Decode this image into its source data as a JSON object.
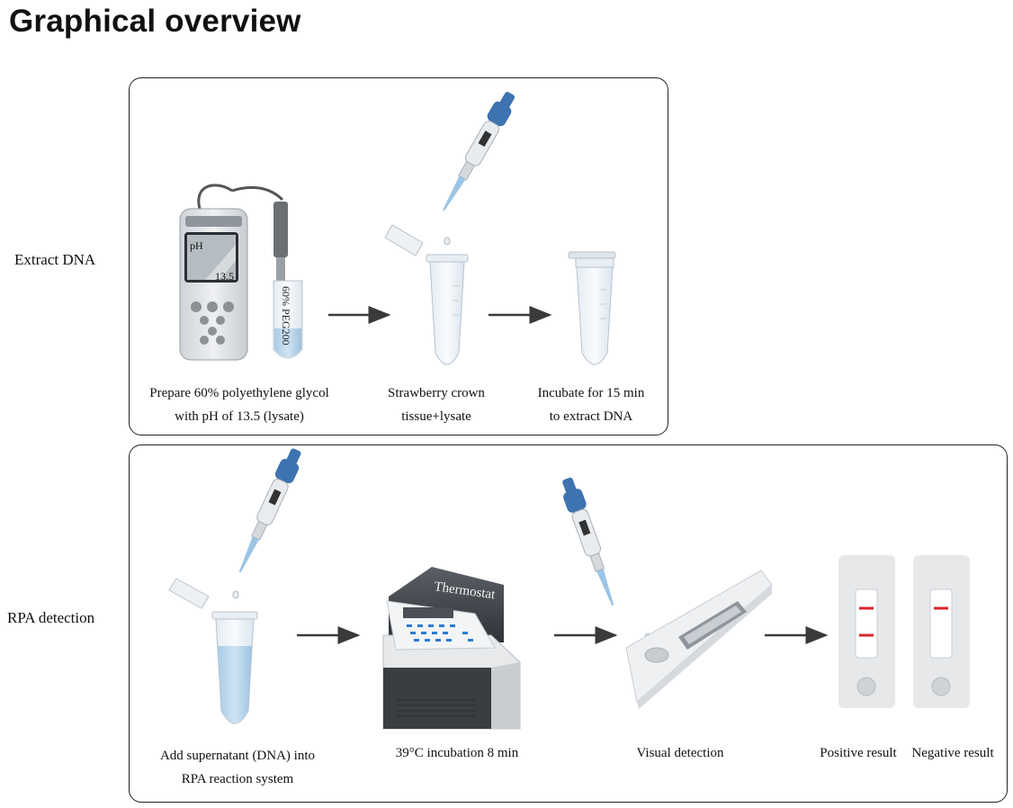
{
  "title": "Graphical overview",
  "sections": [
    {
      "label": "Extract DNA",
      "steps": [
        {
          "caption_line1": "Prepare 60% polyethylene glycol",
          "caption_line2": "with pH of 13.5 (lysate)"
        },
        {
          "caption_line1": "Strawberry crown",
          "caption_line2": "tissue+lysate"
        },
        {
          "caption_line1": "Incubate for 15 min",
          "caption_line2": "to extract DNA"
        }
      ]
    },
    {
      "label": "RPA detection",
      "steps": [
        {
          "caption_line1": "Add supernatant (DNA) into",
          "caption_line2": "RPA reaction system"
        },
        {
          "caption_line1": "39°C incubation 8 min"
        },
        {
          "caption_line1": "Visual detection"
        },
        {
          "caption_line1": "Positive result"
        },
        {
          "caption_line1": "Negative result"
        }
      ]
    }
  ],
  "ph_meter": {
    "label": "pH",
    "reading": "13.5"
  },
  "reagent_tube_label": "60% PEG200",
  "thermostat_label": "Thermostat",
  "colors": {
    "pipette_blue": "#3d73b0",
    "liquid_blue": "#b7d6ee",
    "result_line_red": "#d9252a",
    "arrow": "#3a3a3a"
  }
}
